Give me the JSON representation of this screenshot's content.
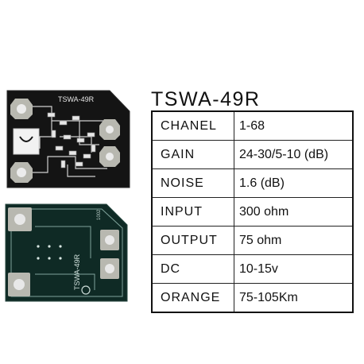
{
  "product": {
    "model": "TSWA-49R",
    "board_top_label": "TSWA-49R",
    "board_bottom_label": "TSWA-49R",
    "board_bottom_code": "1002"
  },
  "specs": [
    {
      "key": "CHANEL",
      "value": "1-68"
    },
    {
      "key": "GAIN",
      "value": "24-30/5-10  (dB)"
    },
    {
      "key": "NOISE",
      "value": "1.6  (dB)"
    },
    {
      "key": "INPUT",
      "value": "300 ohm"
    },
    {
      "key": "OUTPUT",
      "value": "75 ohm"
    },
    {
      "key": "DC",
      "value": "10-15v"
    },
    {
      "key": "ORANGE",
      "value": "75-105Km"
    }
  ],
  "colors": {
    "pcb_top": "#141414",
    "pcb_bottom": "#0f2a25",
    "pad": "#b8b8b0",
    "trace_top": "#cfcfcf",
    "trace_bottom": "#7fa39a"
  }
}
